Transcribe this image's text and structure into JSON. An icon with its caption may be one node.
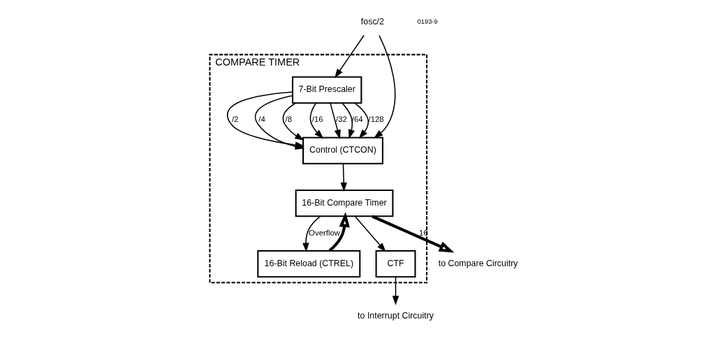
{
  "diagram": {
    "nodes": [
      {
        "text": [
          "COMPARE TIMER"
        ]
      },
      {
        "text": [
          "7-Bit Prescaler"
        ],
        "in": 0
      },
      {
        "text": [
          "Control (CTCON)"
        ],
        "in": 0
      },
      {
        "text": [
          "16-Bit Compare Timer"
        ],
        "in": 0
      },
      {
        "text": [
          "16-Bit Reload (CTREL)"
        ],
        "in": 0
      },
      {
        "text": [
          "CTF"
        ],
        "in": 0
      },
      {
        "text": [
          "fosc/2"
        ]
      },
      {
        "text": [
          "to Compare Circuitry"
        ]
      },
      {
        "text": [
          "to Interrupt Circuitry"
        ]
      }
    ],
    "edges": [
      {
        "from": 6,
        "to": 1,
        "arrow": "to"
      },
      {
        "from": 6,
        "to": 2,
        "arrow": "to"
      },
      {
        "from": 1,
        "to": 2,
        "arrow": "to",
        "label": "/2"
      },
      {
        "from": 1,
        "to": 2,
        "arrow": "to",
        "label": "/4"
      },
      {
        "from": 1,
        "to": 2,
        "arrow": "to",
        "label": "/8"
      },
      {
        "from": 1,
        "to": 2,
        "arrow": "to",
        "label": "/16"
      },
      {
        "from": 1,
        "to": 2,
        "arrow": "to",
        "label": "/32"
      },
      {
        "from": 1,
        "to": 2,
        "arrow": "to",
        "label": "/64"
      },
      {
        "from": 1,
        "to": 2,
        "arrow": "to",
        "label": "/128"
      },
      {
        "from": 2,
        "to": 3,
        "arrow": "to"
      },
      {
        "from": 3,
        "to": 7,
        "arrow": "to",
        "label": "16",
        "style": "thick"
      },
      {
        "from": 3,
        "to": 5,
        "arrow": "to"
      },
      {
        "from": 3,
        "to": 4,
        "arrow": "to",
        "label": "Overflow"
      },
      {
        "from": 5,
        "to": 8,
        "arrow": "to"
      },
      {
        "from": 4,
        "to": 3,
        "arrow": "to",
        "style": "thick"
      }
    ],
    "labels": [
      "0193-9"
    ]
  }
}
